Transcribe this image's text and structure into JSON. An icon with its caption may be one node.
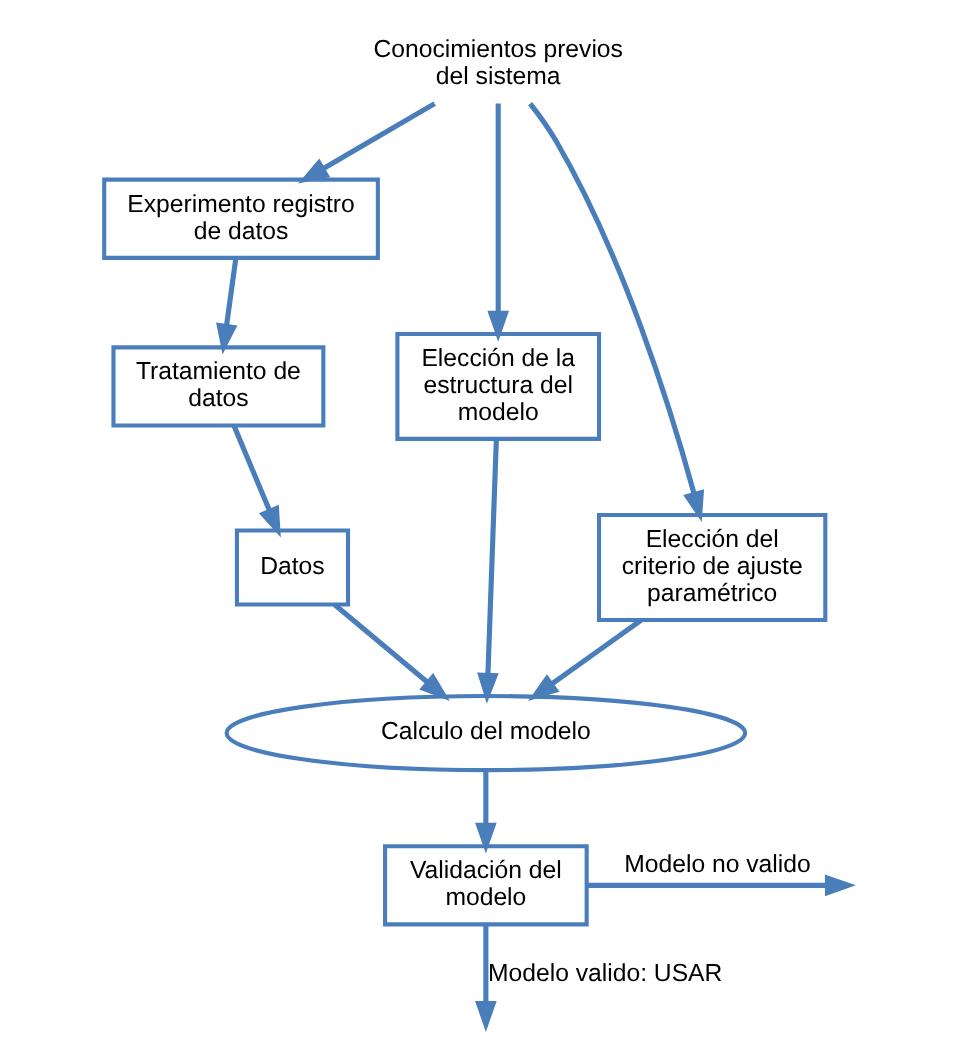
{
  "diagram": {
    "nodes": [
      {
        "text": [
          "Conocimientos previos del sistema"
        ]
      },
      {
        "text": [
          "Experimento registro de datos"
        ]
      },
      {
        "text": [
          "Tratamiento de datos"
        ]
      },
      {
        "text": [
          "Datos"
        ]
      },
      {
        "text": [
          "Elección de la estructura del modelo"
        ]
      },
      {
        "text": [
          "Elección del criterio de ajuste paramétrico"
        ]
      },
      {
        "text": [
          "Calculo del modelo"
        ]
      },
      {
        "text": [
          "Validación del modelo"
        ]
      }
    ],
    "edges": [
      {
        "from": 0,
        "to": 1,
        "arrow": "to"
      },
      {
        "from": 1,
        "to": 2,
        "arrow": "to"
      },
      {
        "from": 2,
        "to": 3,
        "arrow": "to"
      },
      {
        "from": 0,
        "to": 4,
        "arrow": "to"
      },
      {
        "from": 0,
        "to": 5,
        "arrow": "to"
      },
      {
        "from": 3,
        "to": 6,
        "arrow": "to"
      },
      {
        "from": 4,
        "to": 6,
        "arrow": "to"
      },
      {
        "from": 5,
        "to": 6,
        "arrow": "to"
      },
      {
        "from": 6,
        "to": 7,
        "arrow": "to"
      },
      {
        "from": 7,
        "to": null,
        "arrow": "to",
        "label": "Modelo no valido"
      },
      {
        "from": 7,
        "to": null,
        "arrow": "to",
        "label": "Modelo valido: USAR"
      }
    ]
  }
}
